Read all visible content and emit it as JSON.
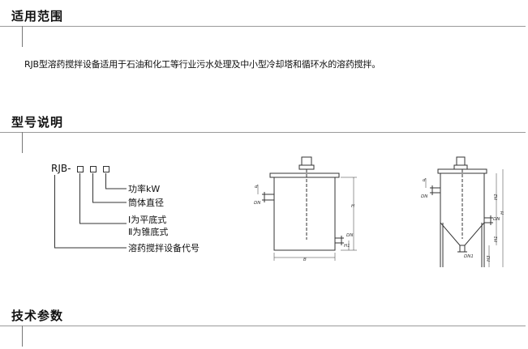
{
  "sections": [
    {
      "title": "适用范围"
    },
    {
      "title": "型号说明"
    },
    {
      "title": "技术参数"
    }
  ],
  "scope_text": "RJB型溶药搅拌设备适用于石油和化工等行业污水处理及中小型冷却塔和循环水的溶药搅拌。",
  "model_code": {
    "prefix": "RJB",
    "dash": "-",
    "labels": {
      "power": "功率kW",
      "diameter": "筒体直径",
      "type_flat": "Ⅰ为平底式",
      "type_cone": "Ⅱ为锥底式",
      "product_code": "溶药搅拌设备代号"
    }
  },
  "drawing_flat": {
    "labels": {
      "d": "d",
      "dn_left": "DN",
      "h": "H",
      "dn_right": "DN",
      "h1": "H1",
      "b": "B"
    }
  },
  "drawing_cone": {
    "labels": {
      "d": "d",
      "dn_left": "DN",
      "h2": "H2",
      "h": "H",
      "dn_right": "DN",
      "h1": "H1",
      "dn_bottom": "DN1",
      "h3": "H3"
    }
  },
  "colors": {
    "rule": "#9a9a9a",
    "line": "#333333"
  }
}
